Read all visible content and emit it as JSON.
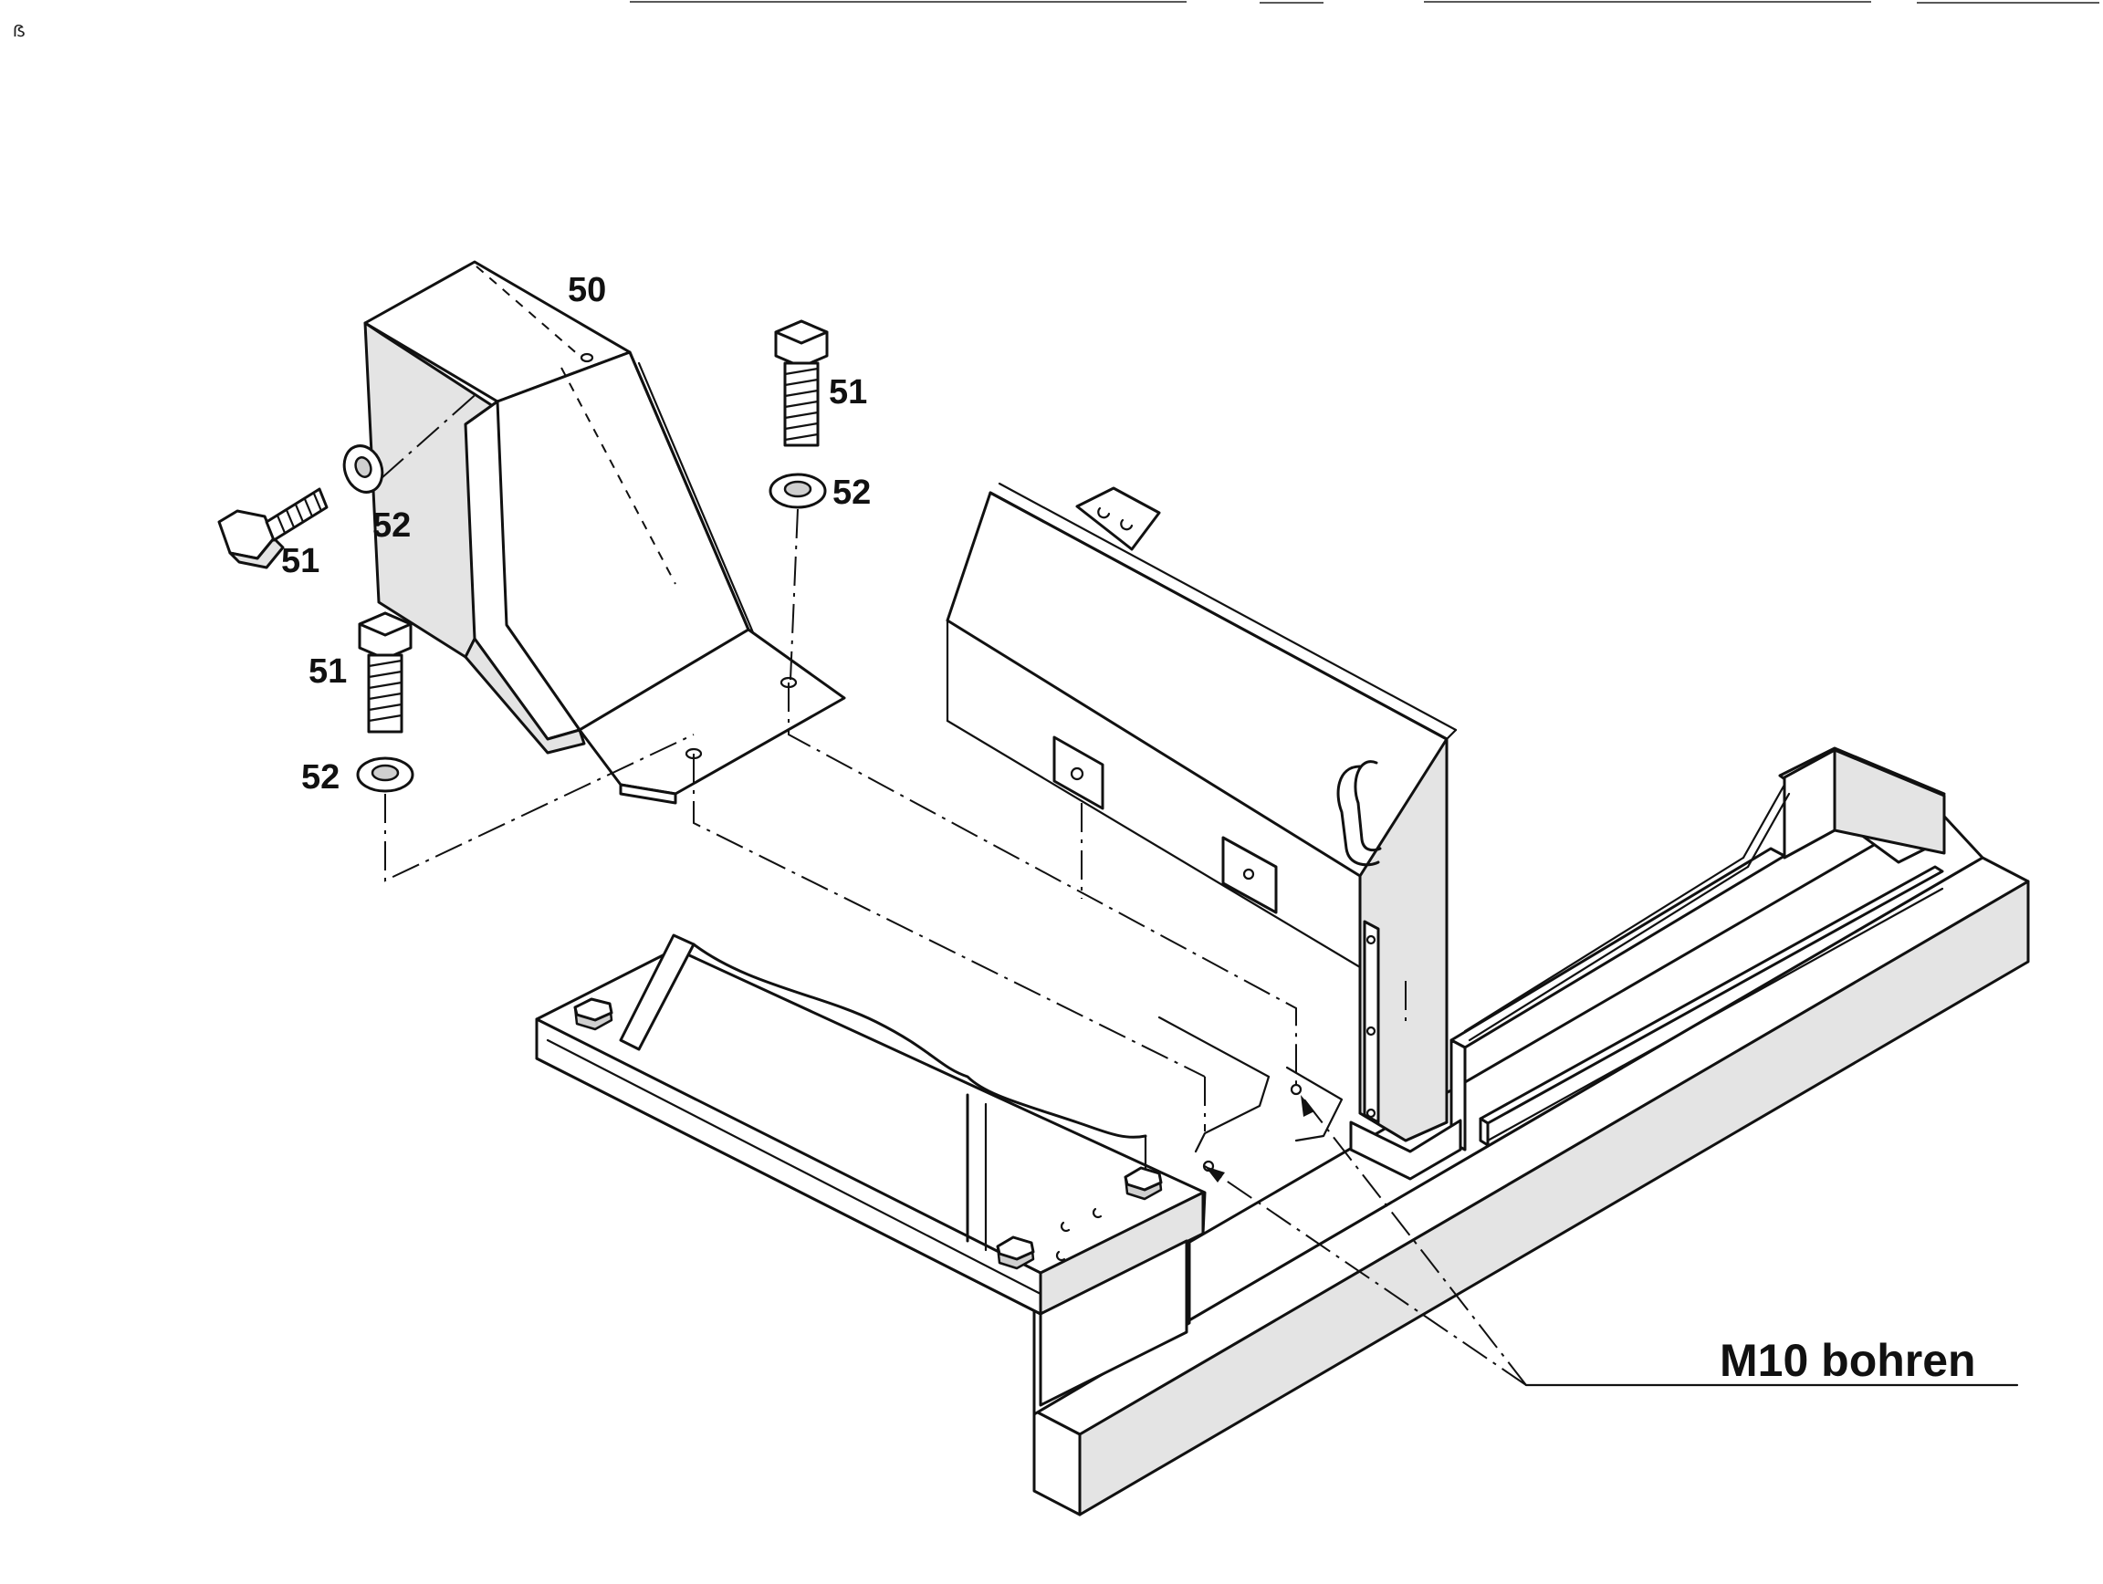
{
  "drawing": {
    "callouts": {
      "bracket": "50",
      "bolt_top": "51",
      "washer_top": "52",
      "bolt_left": "51",
      "washer_left": "52",
      "bolt_mid": "51",
      "washer_mid": "52"
    },
    "note": "M10 bohren",
    "margin_mark": "ẞ"
  }
}
